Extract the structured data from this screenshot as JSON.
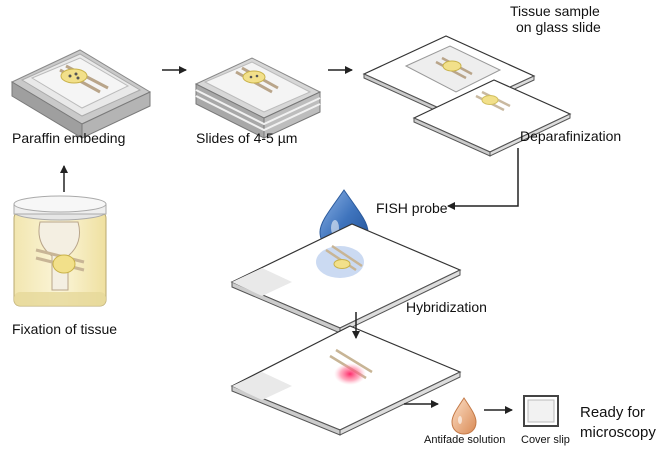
{
  "labels": {
    "paraffin": "Paraffin embeding",
    "slides": "Slides of 4-5 µm",
    "tissue_line1": "Tissue sample",
    "tissue_line2": "on glass slide",
    "deparafinization": "Deparafinization",
    "fish_probe": "FISH probe",
    "fixation": "Fixation of tissue",
    "hybridization": "Hybridization",
    "antifade": "Antifade solution",
    "coverslip": "Cover slip",
    "ready_line1": "Ready for",
    "ready_line2": "microscopy"
  },
  "colors": {
    "probe_drop": "#4a7fc4",
    "hybridization_signal": "#f04070",
    "antifade_drop": "#e8a97a",
    "tissue_sample": "#f2e08a",
    "arrow": "#222222"
  }
}
